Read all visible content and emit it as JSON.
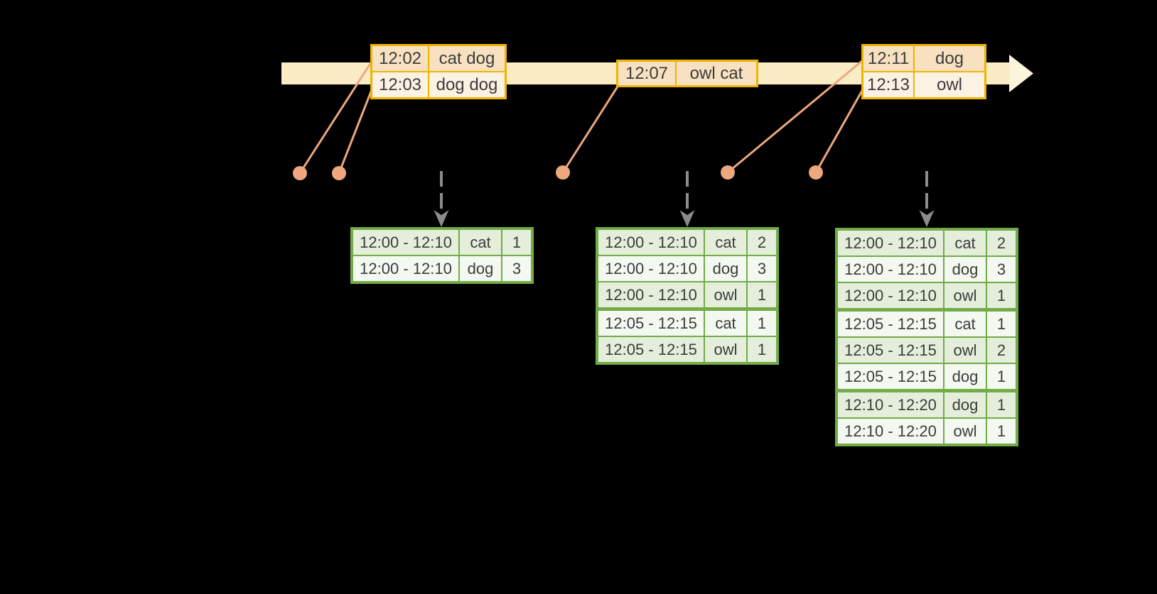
{
  "colors": {
    "background": "#000000",
    "band": "#FAEDC5",
    "band_arrow": "#FCF5DC",
    "gold": "#F0B400",
    "peach_dark": "#F8E1C0",
    "peach_light": "#FCF2E4",
    "salmon": "#EDA87D",
    "gray": "#8C8C8C",
    "green": "#72AC48",
    "green_tint": "#E4EEDB",
    "green_pale": "#F3F8F0",
    "ink": "#3C3C3C"
  },
  "timeline": {
    "event_tables": [
      {
        "rows": [
          {
            "time": "12:02",
            "words": "cat dog"
          },
          {
            "time": "12:03",
            "words": "dog dog"
          }
        ]
      },
      {
        "rows": [
          {
            "time": "12:07",
            "words": "owl cat"
          }
        ]
      },
      {
        "rows": [
          {
            "time": "12:11",
            "words": "dog"
          },
          {
            "time": "12:13",
            "words": "owl"
          }
        ]
      }
    ]
  },
  "result_tables": [
    {
      "rows": [
        {
          "window": "12:00 - 12:10",
          "word": "cat",
          "count": "1"
        },
        {
          "window": "12:00 - 12:10",
          "word": "dog",
          "count": "3"
        }
      ],
      "group_breaks": []
    },
    {
      "rows": [
        {
          "window": "12:00 - 12:10",
          "word": "cat",
          "count": "2"
        },
        {
          "window": "12:00 - 12:10",
          "word": "dog",
          "count": "3"
        },
        {
          "window": "12:00 - 12:10",
          "word": "owl",
          "count": "1"
        },
        {
          "window": "12:05 - 12:15",
          "word": "cat",
          "count": "1"
        },
        {
          "window": "12:05 - 12:15",
          "word": "owl",
          "count": "1"
        }
      ],
      "group_breaks": [
        3
      ]
    },
    {
      "rows": [
        {
          "window": "12:00 - 12:10",
          "word": "cat",
          "count": "2"
        },
        {
          "window": "12:00 - 12:10",
          "word": "dog",
          "count": "3"
        },
        {
          "window": "12:00 - 12:10",
          "word": "owl",
          "count": "1"
        },
        {
          "window": "12:05 - 12:15",
          "word": "cat",
          "count": "1"
        },
        {
          "window": "12:05 - 12:15",
          "word": "owl",
          "count": "2"
        },
        {
          "window": "12:05 - 12:15",
          "word": "dog",
          "count": "1"
        },
        {
          "window": "12:10 - 12:20",
          "word": "dog",
          "count": "1"
        },
        {
          "window": "12:10 - 12:20",
          "word": "owl",
          "count": "1"
        }
      ],
      "group_breaks": [
        3,
        6
      ]
    }
  ]
}
